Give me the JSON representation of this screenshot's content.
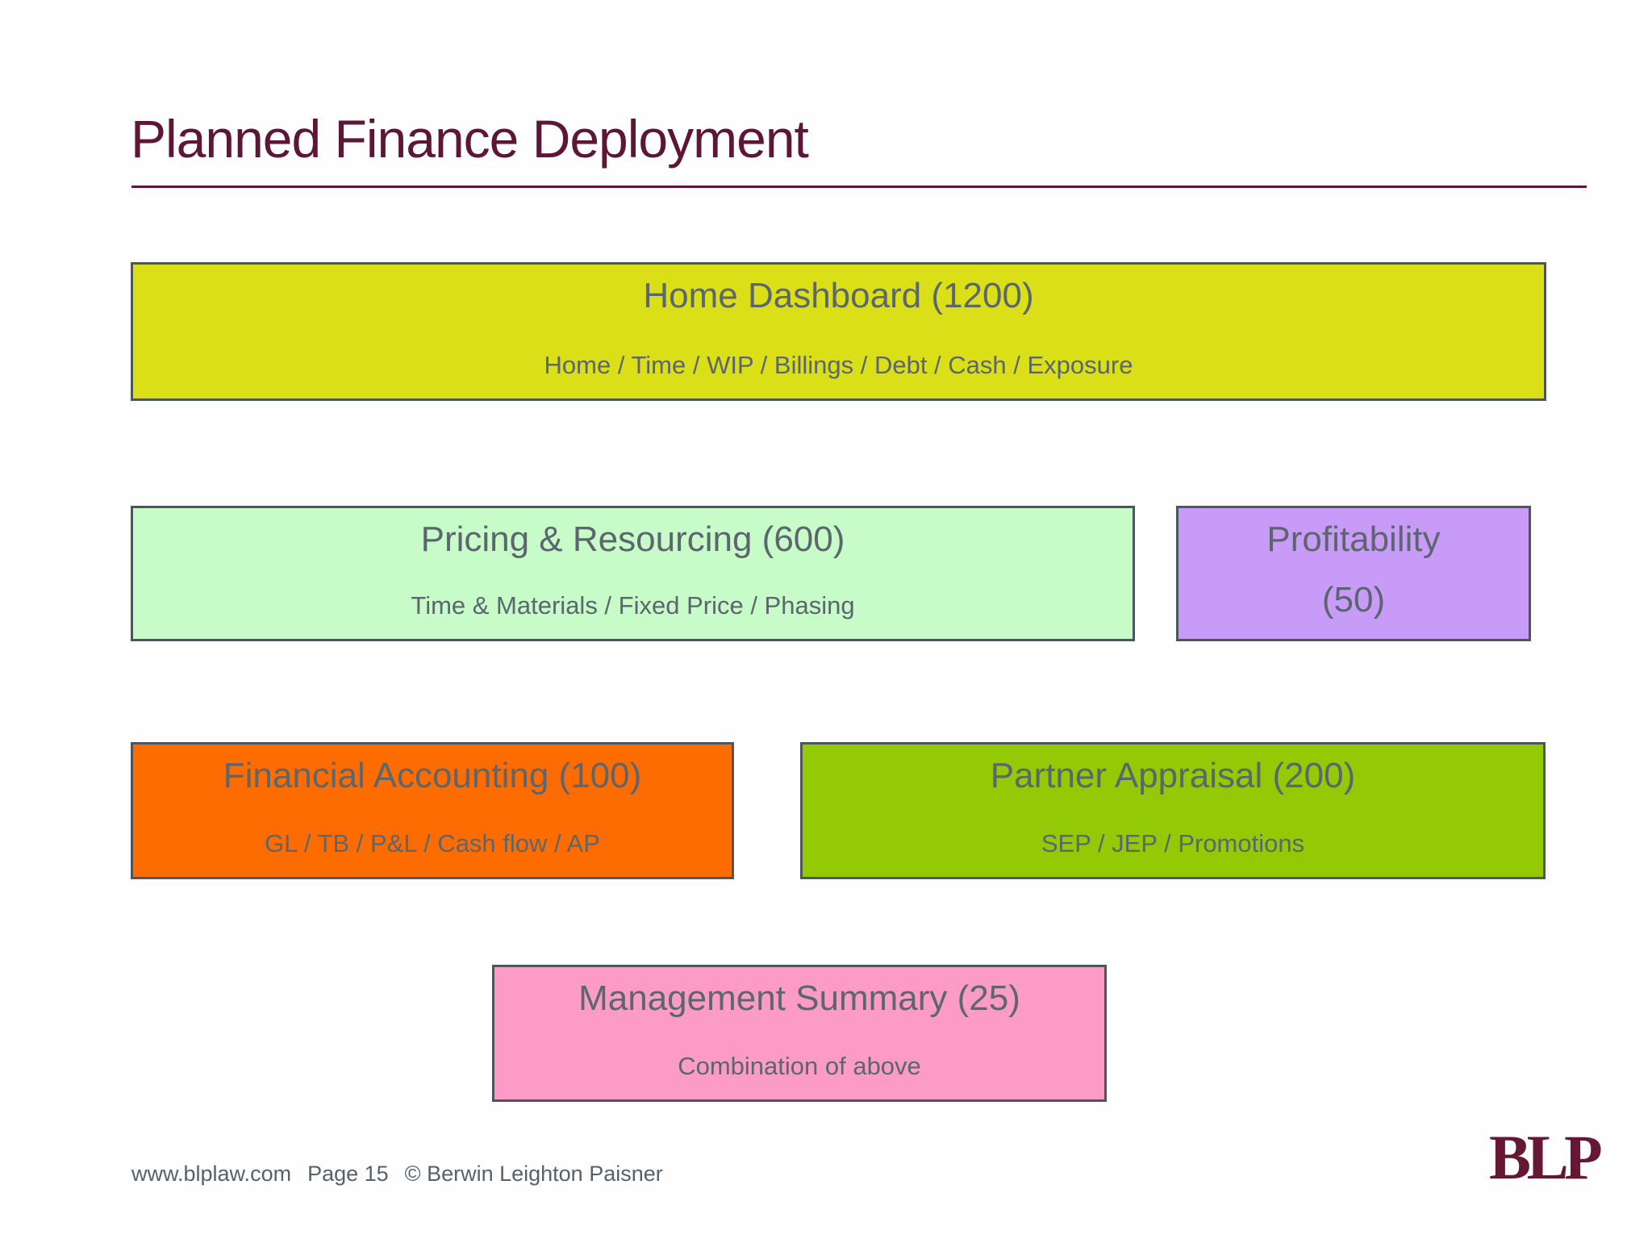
{
  "slide": {
    "title": "Planned Finance Deployment",
    "footer": {
      "url": "www.blplaw.com",
      "page": "Page 15",
      "copyright": "© Berwin Leighton Paisner"
    },
    "logo_text": "BLP"
  },
  "colors": {
    "title_text": "#5e1637",
    "rule": "#5e1637",
    "box_border": "#4d565c",
    "box_text": "#5c666e",
    "footer_text": "#57616b",
    "logo": "#651734",
    "home_dashboard_bg": "#dadf17",
    "pricing_resourcing_bg": "#c7fbc7",
    "profitability_bg": "#c99bf8",
    "financial_accounting_bg": "#fc6c01",
    "partner_appraisal_bg": "#93c905",
    "management_summary_bg": "#fc9cc6"
  },
  "boxes": [
    {
      "id": "home-dashboard",
      "title": "Home Dashboard (1200)",
      "subtitle": "Home / Time / WIP / Billings / Debt / Cash / Exposure",
      "color": "#dadf17"
    },
    {
      "id": "pricing-resourcing",
      "title": "Pricing & Resourcing (600)",
      "subtitle": "Time & Materials / Fixed Price / Phasing",
      "color": "#c7fbc7"
    },
    {
      "id": "profitability",
      "title": "Profitability",
      "subtitle": "(50)",
      "color": "#c99bf8"
    },
    {
      "id": "financial-accounting",
      "title": "Financial Accounting (100)",
      "subtitle": "GL / TB / P&L / Cash flow / AP",
      "color": "#fc6c01"
    },
    {
      "id": "partner-appraisal",
      "title": "Partner Appraisal (200)",
      "subtitle": "SEP / JEP / Promotions",
      "color": "#93c905"
    },
    {
      "id": "management-summary",
      "title": "Management Summary (25)",
      "subtitle": "Combination of above",
      "color": "#fc9cc6"
    }
  ]
}
